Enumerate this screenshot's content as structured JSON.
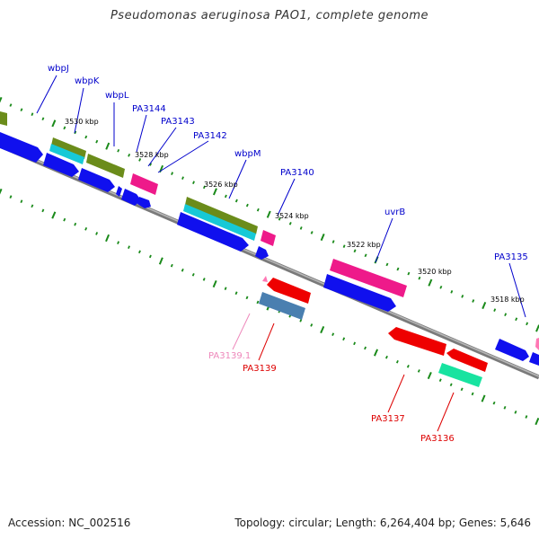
{
  "title": "Pseudomonas aeruginosa PAO1, complete genome",
  "footer": {
    "accession": "Accession: NC_002516",
    "summary": "Topology: circular; Length: 6,264,404 bp; Genes: 5,646"
  },
  "colors": {
    "backbone": "#7a7a7a",
    "tick": "#1a8a1a",
    "label_blue": "#0000cc",
    "label_red": "#dd0000",
    "label_pink": "#ee88bb",
    "blue": "#1010ee",
    "olive": "#6b8c1a",
    "cyan": "#17c9d6",
    "magenta": "#ee1a8a",
    "red": "#ee0000",
    "steel": "#4a7fb0",
    "teal": "#18e3a0",
    "pink": "#ff77b4"
  },
  "scale_labels": [
    "3530 kbp",
    "3528 kbp",
    "3526 kbp",
    "3524 kbp",
    "3522 kbp",
    "3520 kbp",
    "3518 kbp"
  ],
  "gene_labels": {
    "wbpJ": "wbpJ",
    "wbpK": "wbpK",
    "wbpL": "wbpL",
    "PA3144": "PA3144",
    "PA3143": "PA3143",
    "PA3142": "PA3142",
    "wbpM": "wbpM",
    "PA3140": "PA3140",
    "uvrB": "uvrB",
    "PA3135": "PA3135",
    "PA3139_1": "PA3139.1",
    "PA3139": "PA3139",
    "PA3137": "PA3137",
    "PA3136": "PA3136"
  }
}
